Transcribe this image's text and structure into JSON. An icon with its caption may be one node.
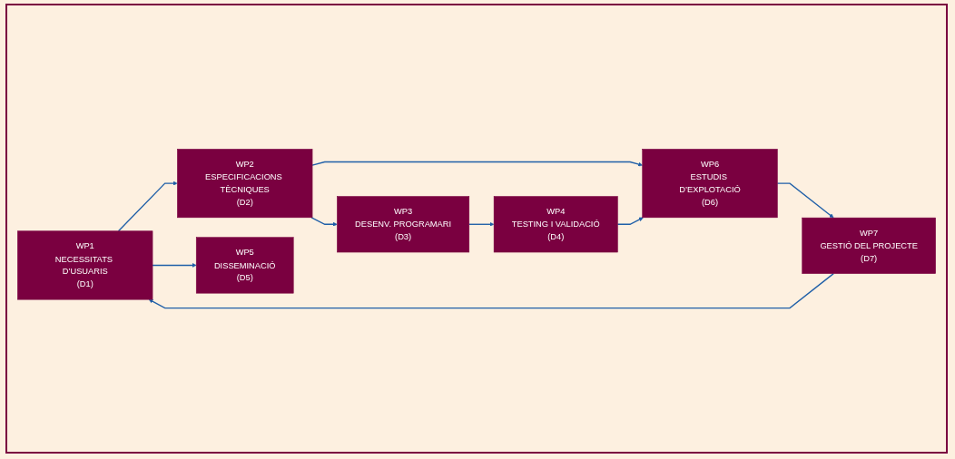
{
  "diagram": {
    "nodes": [
      {
        "text": [
          "WP1",
          "NECESSITATS D’USUARIS",
          "(D1)"
        ]
      },
      {
        "text": [
          "WP2",
          "ESPECIFICACIONS TÈCNIQUES",
          "(D2)"
        ]
      },
      {
        "text": [
          "WP3",
          "DESENV. PROGRAMARI",
          "(D3)"
        ]
      },
      {
        "text": [
          "WP4",
          "TESTING I VALIDACIÓ",
          "(D4)"
        ]
      },
      {
        "text": [
          "WP5",
          "DISSEMINACIÓ",
          "(D5)"
        ]
      },
      {
        "text": [
          "WP6",
          "ESTUDIS D’EXPLOTACIÓ",
          "(D6)"
        ]
      },
      {
        "text": [
          "WP7",
          "GESTIÓ DEL PROJECTE",
          "(D7)"
        ]
      }
    ],
    "edges": [
      {
        "from": 0,
        "to": 1,
        "arrow": "to"
      },
      {
        "from": 0,
        "to": 4,
        "arrow": "to"
      },
      {
        "from": 1,
        "to": 2,
        "arrow": "to"
      },
      {
        "from": 1,
        "to": 5,
        "arrow": "to"
      },
      {
        "from": 2,
        "to": 3,
        "arrow": "to"
      },
      {
        "from": 3,
        "to": 5,
        "arrow": "to"
      },
      {
        "from": 5,
        "to": 6,
        "arrow": "to"
      },
      {
        "from": 6,
        "to": 0,
        "arrow": "to"
      }
    ]
  }
}
